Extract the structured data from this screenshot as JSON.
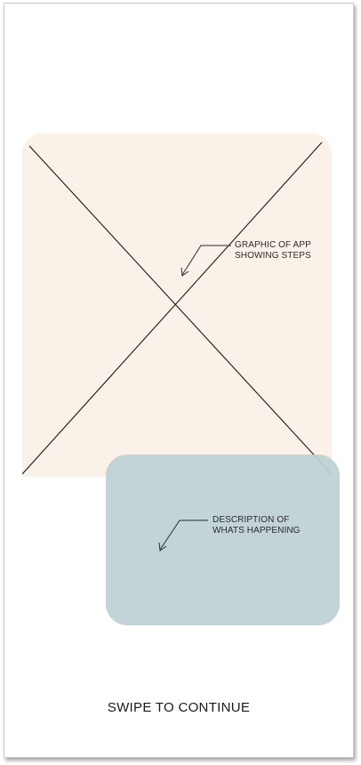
{
  "colors": {
    "graphic_bg": "#faf1e8",
    "description_bg": "#bdd0d4",
    "cross_line": "#1a1a1a"
  },
  "graphic": {
    "annotation_line1": "GRAPHIC OF APP",
    "annotation_line2": "SHOWING STEPS"
  },
  "description": {
    "annotation_line1": "DESCRIPTION OF",
    "annotation_line2": "WHATS HAPPENING"
  },
  "footer": {
    "swipe_label": "SWIPE TO CONTINUE"
  }
}
